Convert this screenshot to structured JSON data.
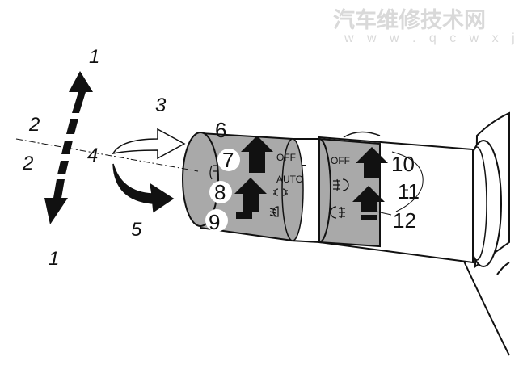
{
  "watermark": {
    "title": "汽车维修技术网",
    "url": "w w w . q c w x j s . c o m"
  },
  "callouts": {
    "tilt_up": "1",
    "tilt_down": "1",
    "neutral_upper": "2",
    "neutral_lower": "2",
    "rotate_forward": "3",
    "axis": "4",
    "rotate_back": "5",
    "pos_6": "6",
    "pos_7": "7",
    "pos_8": "8",
    "pos_9": "9",
    "pos_10": "10",
    "pos_11": "11",
    "pos_12": "12"
  },
  "switch_labels": {
    "headlight_off": "OFF",
    "headlight_auto": "AUTO",
    "fog_off": "OFF"
  },
  "icons": [
    "parking-light-icon",
    "low-beam-icon",
    "front-fog-icon",
    "rear-fog-icon",
    "position-light-icon"
  ],
  "colors": {
    "ring_fill": "#a9a9a9",
    "arrow_fill": "#111111",
    "outline": "#111111"
  }
}
